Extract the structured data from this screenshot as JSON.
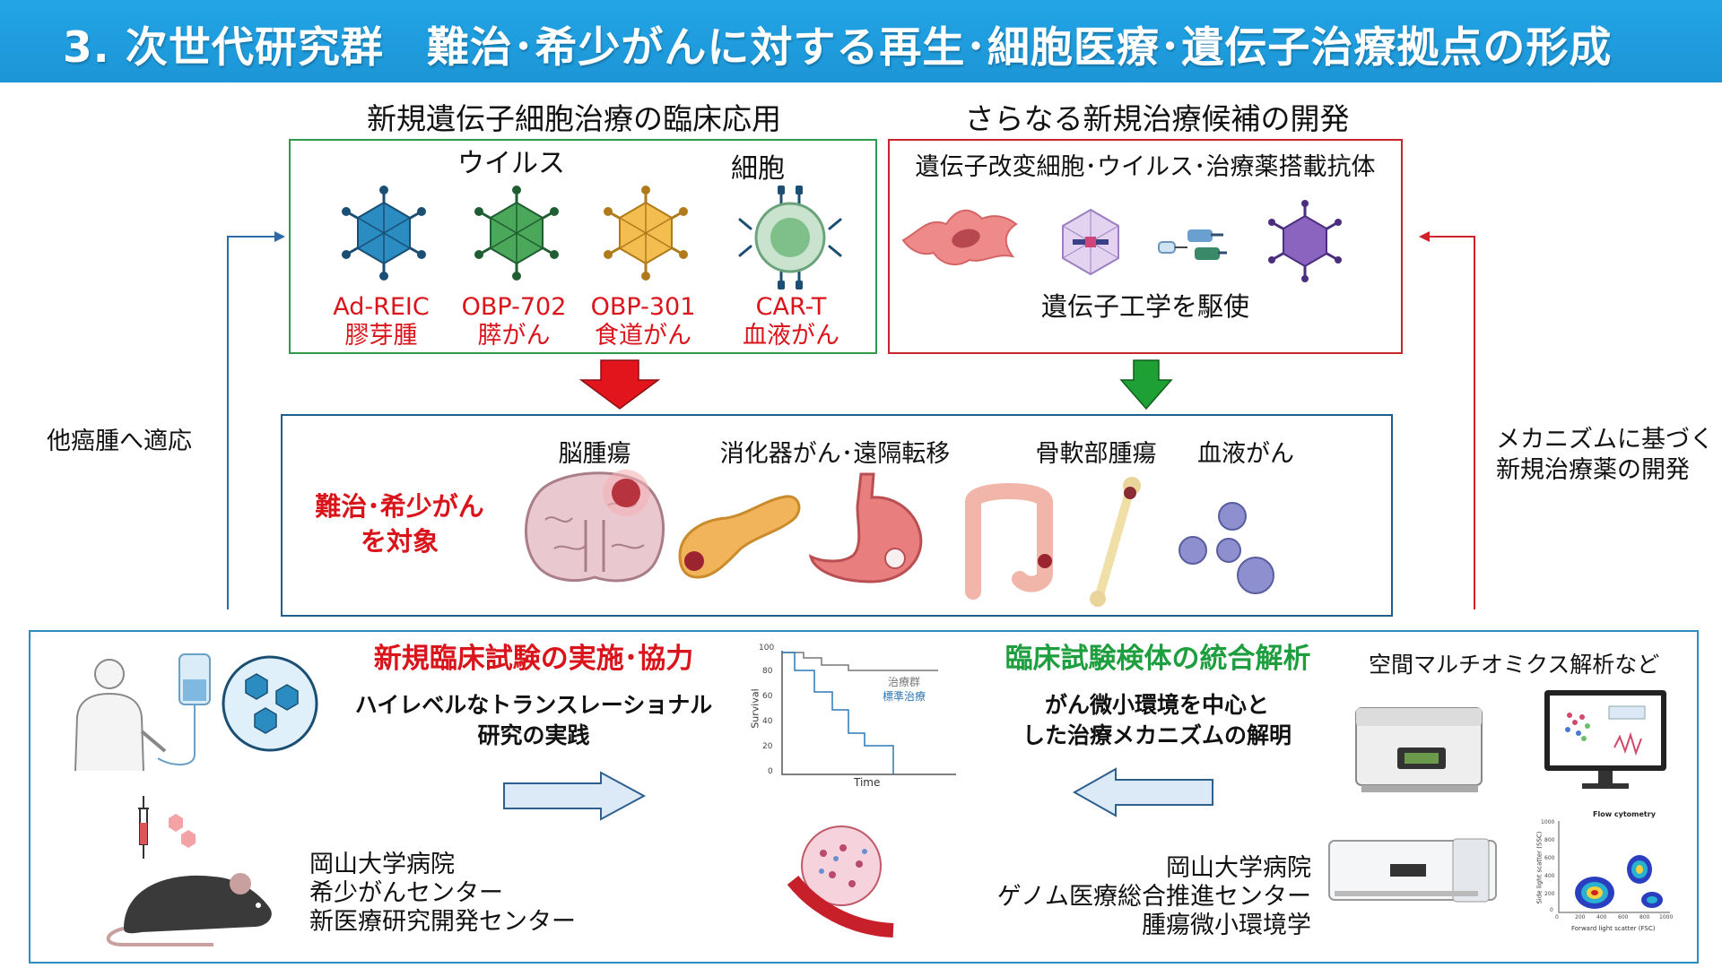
{
  "title": "3. 次世代研究群　難治･希少がんに対する再生･細胞医療･遺伝子治療拠点の形成",
  "top_left": {
    "heading": "新規遺伝子細胞治療の臨床応用",
    "group_virus": "ウイルス",
    "group_cell": "細胞",
    "items": [
      {
        "name": "Ad-REIC",
        "target": "膠芽腫"
      },
      {
        "name": "OBP-702",
        "target": "膵がん"
      },
      {
        "name": "OBP-301",
        "target": "食道がん"
      },
      {
        "name": "CAR-T",
        "target": "血液がん"
      }
    ]
  },
  "top_right": {
    "heading": "さらなる新規治療候補の開発",
    "subheading": "遺伝子改変細胞･ウイルス･治療薬搭載抗体",
    "caption": "遺伝子工学を駆使"
  },
  "middle": {
    "label_line1": "難治･希少がん",
    "label_line2": "を対象",
    "organs": [
      "脳腫瘍",
      "消化器がん･遠隔転移",
      "骨軟部腫瘍",
      "血液がん"
    ]
  },
  "side_left": "他癌腫へ適応",
  "side_right_line1": "メカニズムに基づく",
  "side_right_line2": "新規治療薬の開発",
  "bottom": {
    "left_title": "新規臨床試験の実施･協力",
    "left_sub_line1": "ハイレベルなトランスレーショナル",
    "left_sub_line2": "研究の実践",
    "left_org": [
      "岡山大学病院",
      "希少がんセンター",
      "新医療研究開発センター"
    ],
    "right_title": "臨床試験検体の統合解析",
    "right_sub_line1": "がん微小環境を中心と",
    "right_sub_line2": "した治療メカニズムの解明",
    "right_org": [
      "岡山大学病院",
      "ゲノム医療総合推進センター",
      "腫瘍微小環境学"
    ],
    "spatial_label": "空間マルチオミクス解析など",
    "km_legend_a": "治療群",
    "km_legend_b": "標準治療",
    "km_ylabel": "Survival",
    "km_xlabel": "Time",
    "km_ticks": [
      "100",
      "80",
      "60",
      "40",
      "20",
      "0"
    ],
    "flow_title": "Flow cytometry",
    "flow_xlabel": "Forward light scatter (FSC)",
    "flow_ylabel": "Side light scatter (SSC)",
    "flow_xticks": [
      "0",
      "200",
      "400",
      "600",
      "800",
      "1000"
    ],
    "flow_yticks": [
      "1000",
      "800",
      "600",
      "400",
      "200",
      "0"
    ]
  },
  "colors": {
    "title_bar": "#1c95d6",
    "left_box": "#2e9a4c",
    "right_box": "#c8242b",
    "middle_box": "#1f5f8f",
    "bottom_box": "#2d8dbf",
    "accent_red": "#d9141b",
    "accent_green": "#1e9e3e"
  }
}
